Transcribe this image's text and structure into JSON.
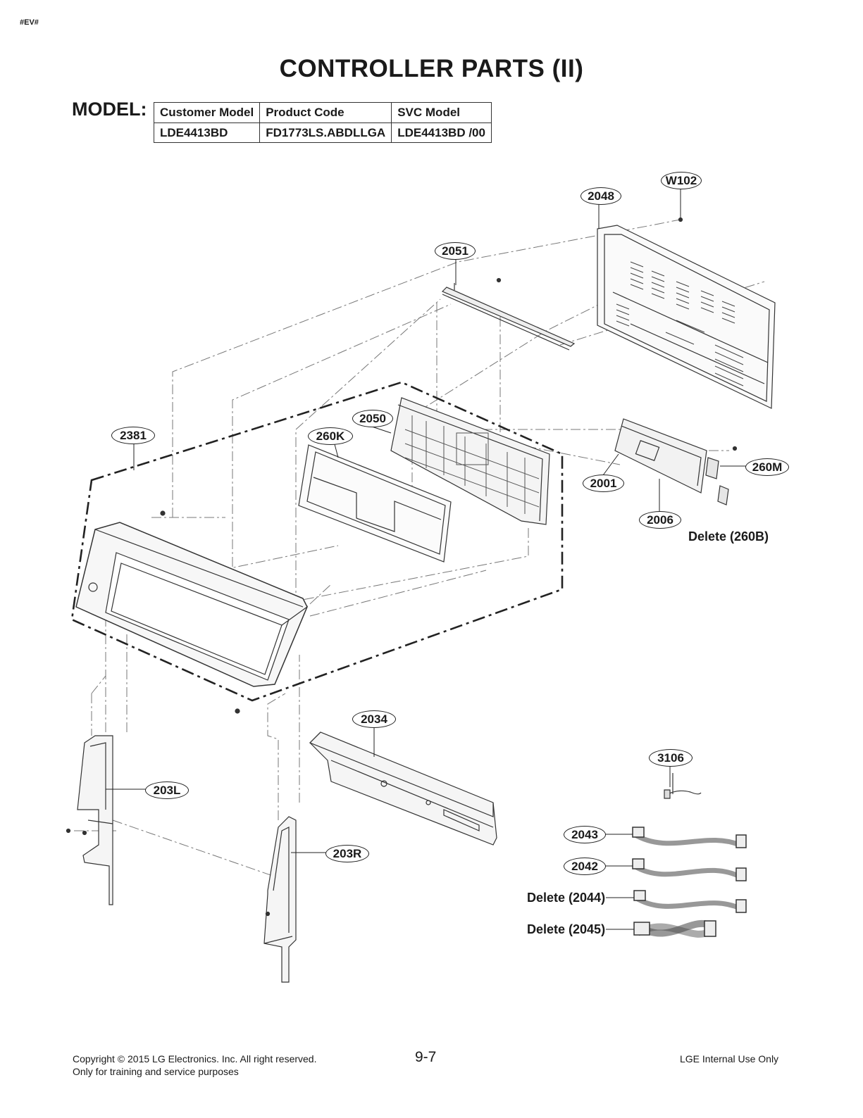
{
  "doc_tag": "#EV#",
  "title": "CONTROLLER PARTS (II)",
  "model": {
    "label": "MODEL:",
    "headers": [
      "Customer Model",
      "Product Code",
      "SVC Model"
    ],
    "row": [
      "LDE4413BD",
      "FD1773LS.ABDLLGA",
      "LDE4413BD /00"
    ]
  },
  "callouts": {
    "w102": "W102",
    "p2048": "2048",
    "p2051": "2051",
    "p2050": "2050",
    "p260k": "260K",
    "p2381": "2381",
    "p260m": "260M",
    "p2001": "2001",
    "p2006": "2006",
    "p2034": "2034",
    "p203l": "203L",
    "p203r": "203R",
    "p3106": "3106",
    "p2043": "2043",
    "p2042": "2042"
  },
  "labels": {
    "delete_260b": "Delete (260B)",
    "delete_2044": "Delete (2044)",
    "delete_2045": "Delete (2045)"
  },
  "footer": {
    "copyright": "Copyright © 2015 LG Electronics. Inc. All right reserved.",
    "purpose": "Only for training and service purposes",
    "page": "9-7",
    "internal": "LGE Internal Use Only"
  }
}
